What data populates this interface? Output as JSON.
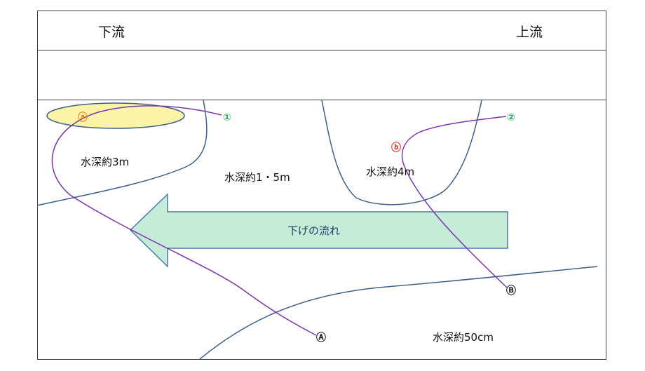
{
  "header": {
    "left_label": "下流",
    "right_label": "上流"
  },
  "depths": {
    "d1": "水深約3m",
    "d2": "水深約1・5m",
    "d3": "水深約4m",
    "d4": "水深約50cm"
  },
  "flow_label": "下げの流れ",
  "markers": {
    "m1": "①",
    "m2": "②",
    "ma": "ⓐ",
    "mb": "ⓑ",
    "mA": "Ⓐ",
    "mB": "Ⓑ"
  },
  "colors": {
    "frame": "#3c3c3c",
    "contour": "#3f5f8a",
    "line_path": "#7a35a6",
    "arrow_fill": "#c5ebd9",
    "arrow_stroke": "#4d7aa6",
    "ellipse_fill": "#fbf3a6",
    "marker_green": "#2fa35b",
    "marker_orange": "#e8791e",
    "marker_red": "#d92828",
    "marker_black": "#111111"
  }
}
